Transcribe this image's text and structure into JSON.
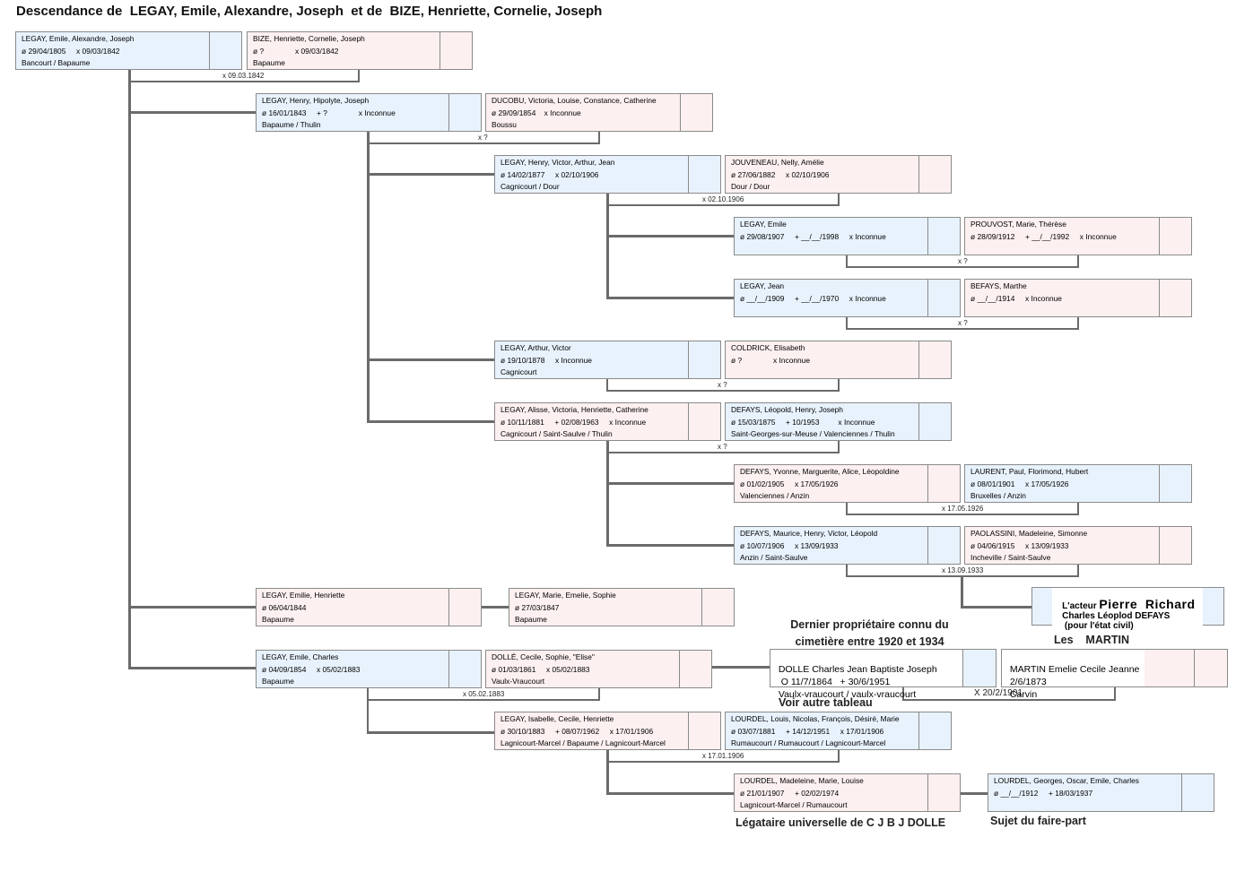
{
  "title": "Descendance de  LEGAY, Emile, Alexandre, Joseph  et de  BIZE, Henriette, Cornelie, Joseph",
  "persons": {
    "p1": {
      "sex": "m",
      "name": "LEGAY, Emile, Alexandre, Joseph",
      "dates": "ø 29/04/1805     x 09/03/1842",
      "places": "Bancourt / Bapaume"
    },
    "p2": {
      "sex": "f",
      "name": "BIZE, Henriette, Cornelie, Joseph",
      "dates": "ø ?               x 09/03/1842",
      "places": "Bapaume"
    },
    "p3": {
      "sex": "m",
      "name": "LEGAY, Henry, Hipolyte, Joseph",
      "dates": "ø 16/01/1843     + ?               x Inconnue",
      "places": "Bapaume / Thulin"
    },
    "p4": {
      "sex": "f",
      "name": "DUCOBU, Victoria, Louise, Constance, Catherine",
      "dates": "ø 29/09/1854    x Inconnue",
      "places": "Boussu"
    },
    "p5": {
      "sex": "m",
      "name": "LEGAY, Henry, Victor, Arthur, Jean",
      "dates": "ø 14/02/1877     x 02/10/1906",
      "places": "Cagnicourt / Dour"
    },
    "p6": {
      "sex": "f",
      "name": "JOUVENEAU, Nelly, Amélie",
      "dates": "ø 27/06/1882     x 02/10/1906",
      "places": "Dour / Dour"
    },
    "p7": {
      "sex": "m",
      "name": "LEGAY, Emile",
      "dates": "ø 29/08/1907     + __/__/1998     x Inconnue",
      "places": ""
    },
    "p8": {
      "sex": "f",
      "name": "PROUVOST, Marie, Thérèse",
      "dates": "ø 28/09/1912     + __/__/1992     x Inconnue",
      "places": ""
    },
    "p9": {
      "sex": "m",
      "name": "LEGAY, Jean",
      "dates": "ø __/__/1909     + __/__/1970     x Inconnue",
      "places": ""
    },
    "p10": {
      "sex": "f",
      "name": "BEFAYS, Marthe",
      "dates": "ø __/__/1914     x Inconnue",
      "places": ""
    },
    "p11": {
      "sex": "m",
      "name": "LEGAY, Arthur, Victor",
      "dates": "ø 19/10/1878     x Inconnue",
      "places": "Cagnicourt"
    },
    "p12": {
      "sex": "f",
      "name": "COLDRICK, Elisabeth",
      "dates": "ø ?               x Inconnue",
      "places": ""
    },
    "p13": {
      "sex": "f",
      "name": "LEGAY, Alisse, Victoria, Henriette, Catherine",
      "dates": "ø 10/11/1881     + 02/08/1963     x Inconnue",
      "places": "Cagnicourt / Saint-Saulve / Thulin"
    },
    "p14": {
      "sex": "m",
      "name": "DEFAYS, Léopold, Henry, Joseph",
      "dates": "ø 15/03/1875     + 10/1953         x Inconnue",
      "places": "Saint-Georges-sur-Meuse / Valenciennes / Thulin"
    },
    "p15": {
      "sex": "f",
      "name": "DEFAYS, Yvonne, Marguerite, Alice, Léopoldine",
      "dates": "ø 01/02/1905     x 17/05/1926",
      "places": "Valenciennes / Anzin"
    },
    "p16": {
      "sex": "m",
      "name": "LAURENT, Paul, Florimond, Hubert",
      "dates": "ø 08/01/1901     x 17/05/1926",
      "places": "Bruxelles / Anzin"
    },
    "p17": {
      "sex": "m",
      "name": "DEFAYS, Maurice, Henry, Victor, Léopold",
      "dates": "ø 10/07/1906     x 13/09/1933",
      "places": "Anzin / Saint-Saulve"
    },
    "p18": {
      "sex": "f",
      "name": "PAOLASSINI, Madeleine, Simonne",
      "dates": "ø 04/06/1915     x 13/09/1933",
      "places": "Incheville / Saint-Saulve"
    },
    "p19": {
      "sex": "f",
      "name": "LEGAY, Emilie, Henriette",
      "dates": "ø 06/04/1844",
      "places": "Bapaume"
    },
    "p20": {
      "sex": "f",
      "name": "LEGAY, Marie, Emelie, Sophie",
      "dates": "ø 27/03/1847",
      "places": "Bapaume"
    },
    "p21": {
      "sex": "m",
      "name": "LEGAY, Emile, Charles",
      "dates": "ø 04/09/1854     x 05/02/1883",
      "places": "Bapaume"
    },
    "p22": {
      "sex": "f",
      "name": "DOLLÉ, Cecile, Sophie, \"Elise\"",
      "dates": "ø 01/03/1861     x 05/02/1883",
      "places": "Vaulx-Vraucourt"
    },
    "p23": {
      "sex": "f",
      "name": "LEGAY, Isabelle, Cecile, Henriette",
      "dates": "ø 30/10/1883     + 08/07/1962     x 17/01/1906",
      "places": "Lagnicourt-Marcel / Bapaume / Lagnicourt-Marcel"
    },
    "p24": {
      "sex": "m",
      "name": "LOURDEL, Louis, Nicolas, François, Désiré, Marie",
      "dates": "ø 03/07/1881     + 14/12/1951     x 17/01/1906",
      "places": "Rumaucourt / Rumaucourt / Lagnicourt-Marcel"
    },
    "p25": {
      "sex": "f",
      "name": "LOURDEL, Madeleine, Marie, Louise",
      "dates": "ø 21/01/1907     + 02/02/1974",
      "places": "Lagnicourt-Marcel / Rumaucourt"
    },
    "p26": {
      "sex": "m",
      "name": "LOURDEL, Georges, Oscar, Emile, Charles",
      "dates": "ø __/__/1912     + 18/03/1937",
      "places": ""
    }
  },
  "dolle": {
    "name": "DOLLE Charles Jean Baptiste Joseph",
    "dates": " O 11/7/1864   + 30/6/1951",
    "places": "Vaulx-vraucourt / vaulx-vraucourt"
  },
  "martin": {
    "name": "MARTIN Emelie Cecile Jeanne",
    "dates": "2/6/1873",
    "places": "Carvin"
  },
  "actor": {
    "prefix": "L'acteur ",
    "name": "Pierre  Richard",
    "civil_name": "Charles Léoplod DEFAYS",
    "civil_note": " (pour l'état civil)"
  },
  "marriages": {
    "m1": "x 09.03.1842",
    "m2": "x ?",
    "m3": "x 02.10.1906",
    "m4": "x ?",
    "m5": "x ?",
    "m6": "x ?",
    "m7": "x ?",
    "m8": "x 17.05.1926",
    "m9": "x 13.09.1933",
    "m10": "x 05.02.1883",
    "m11": "x 17.01.1906",
    "m12": "X 20/2/1901"
  },
  "notes": {
    "dernier": "Dernier propriétaire connu du\ncimetière entre 1920 et 1934",
    "martin_title": "Les    MARTIN",
    "voir": "Voir autre tableau",
    "legataire": "Légataire universelle de C J B J DOLLE",
    "sujet": "Sujet du faire-part"
  },
  "colors": {
    "male": "#e8f2fd",
    "female": "#fdf0f0",
    "line": "#6b6b6b",
    "border": "#8a8a8a"
  }
}
